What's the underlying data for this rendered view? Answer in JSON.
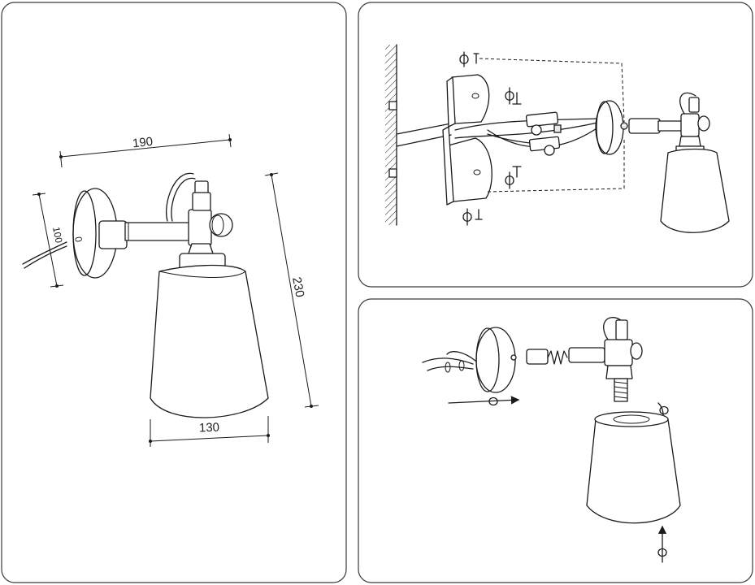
{
  "dimensions": {
    "width": "190",
    "height": "230",
    "shade_diameter": "130",
    "base_diameter": "100",
    "base_marker": "0"
  },
  "colors": {
    "line": "#1a1a1a",
    "panel_border": "#3a3a3a",
    "background": "#ffffff"
  }
}
